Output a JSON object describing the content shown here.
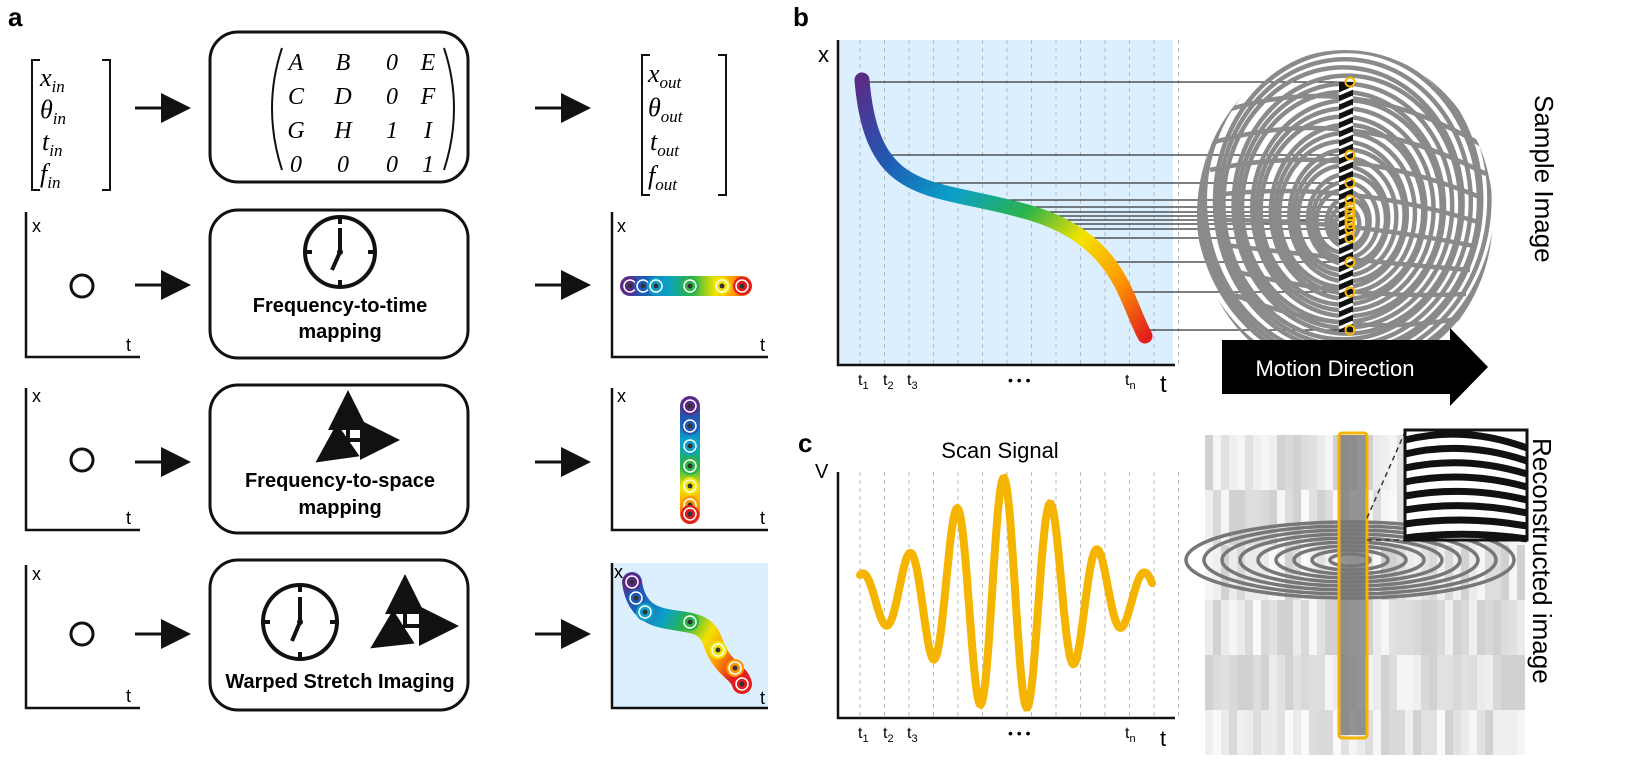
{
  "panel_labels": {
    "a": "a",
    "b": "b",
    "c": "c"
  },
  "matrix": {
    "in": [
      "x",
      "in",
      "θ",
      "in",
      "t",
      "in",
      "f",
      "in"
    ],
    "out": [
      "x",
      "out",
      "θ",
      "out",
      "t",
      "out",
      "f",
      "out"
    ],
    "rows": [
      [
        "A",
        "B",
        "0",
        "E"
      ],
      [
        "C",
        "D",
        "0",
        "F"
      ],
      [
        "G",
        "H",
        "1",
        "I"
      ],
      [
        "0",
        "0",
        "0",
        "1"
      ]
    ]
  },
  "rows": [
    {
      "box_line1": "Frequency-to-time",
      "box_line2": "mapping"
    },
    {
      "box_line1": "Frequency-to-space",
      "box_line2": "mapping"
    },
    {
      "box_line1": "Warped Stretch Imaging",
      "box_line2": ""
    }
  ],
  "axes": {
    "x": "x",
    "t": "t",
    "v": "V"
  },
  "panel_b": {
    "ticks": [
      "t",
      "1",
      "t",
      "2",
      "t",
      "3",
      "• • •",
      "t",
      "n"
    ],
    "side_label": "Sample Image",
    "motion": "Motion Direction"
  },
  "panel_c": {
    "title": "Scan Signal",
    "ticks": [
      "t",
      "1",
      "t",
      "2",
      "t",
      "3",
      "• • •",
      "t",
      "n"
    ],
    "side_label": "Reconstructed image"
  },
  "colors": {
    "box_stroke": "#111111",
    "plot_bg": "#dcefff",
    "signal": "#f4b400",
    "rainbow": [
      "#5b2a86",
      "#1f5bb5",
      "#0aa0c8",
      "#2bb34a",
      "#f2e300",
      "#ff9800",
      "#e11d1d"
    ]
  }
}
